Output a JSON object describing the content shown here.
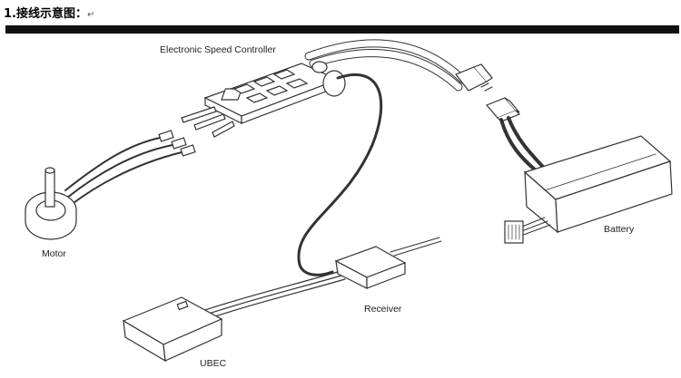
{
  "heading": {
    "text": "1.接线示意图：",
    "mark": "↵"
  },
  "labels": {
    "esc": "Electronic Speed Controller",
    "motor": "Motor",
    "battery": "Battery",
    "receiver": "Receiver",
    "ubec": "UBEC"
  },
  "colors": {
    "banner": "#111111",
    "line": "#333333",
    "fill": "#ffffff"
  }
}
